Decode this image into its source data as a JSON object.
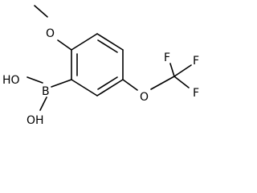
{
  "molecule": {
    "atoms": {
      "methoxy_oxygen": "O",
      "boron": "B",
      "hydroxyl_upper": "HO",
      "hydroxyl_lower": "OH",
      "ether_oxygen": "O",
      "fluorine_top_left": "F",
      "fluorine_top_right": "F",
      "fluorine_right": "F"
    }
  }
}
